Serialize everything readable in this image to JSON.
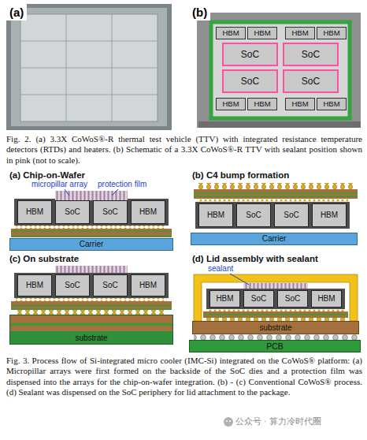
{
  "diagram": {
    "caption": "Fig. 3. Process flow of Si-integrated micro cooler (IMC-Si) integrated on the CoWoS® platform: (a) Micropillar arrays were first formed on the backside of the SoC dies and a protection film was dispensed into the arrays for the chip-on-wafer integration. (b) - (c) Conventional CoWoS® process. (d) Sealant was dispensed on the SoC periphery for lid attachment to the package.",
    "nodes": [
      {
        "text": [
          "HBM"
        ]
      },
      {
        "text": [
          "HBM"
        ]
      },
      {
        "text": [
          "HBM"
        ]
      },
      {
        "text": [
          "HBM"
        ]
      },
      {
        "text": [
          "SoC"
        ]
      },
      {
        "text": [
          "SoC"
        ]
      },
      {
        "text": [
          "SoC"
        ]
      },
      {
        "text": [
          "SoC"
        ]
      },
      {
        "text": [
          "HBM"
        ]
      },
      {
        "text": [
          "HBM"
        ]
      },
      {
        "text": [
          "HBM"
        ]
      },
      {
        "text": [
          "HBM"
        ]
      },
      {
        "text": [
          "HBM"
        ]
      },
      {
        "text": [
          "SoC"
        ]
      },
      {
        "text": [
          "SoC"
        ]
      },
      {
        "text": [
          "HBM"
        ]
      },
      {
        "text": [
          "Carrier"
        ]
      },
      {
        "text": [
          "HBM"
        ]
      },
      {
        "text": [
          "SoC"
        ]
      },
      {
        "text": [
          "SoC"
        ]
      },
      {
        "text": [
          "HBM"
        ]
      },
      {
        "text": [
          "Carrier"
        ]
      },
      {
        "text": [
          "HBM"
        ]
      },
      {
        "text": [
          "SoC"
        ]
      },
      {
        "text": [
          "SoC"
        ]
      },
      {
        "text": [
          "HBM"
        ]
      },
      {
        "text": [
          "substrate"
        ]
      },
      {
        "text": [
          "HBM"
        ]
      },
      {
        "text": [
          "SoC"
        ]
      },
      {
        "text": [
          "SoC"
        ]
      },
      {
        "text": [
          "HBM"
        ]
      },
      {
        "text": [
          "substrate"
        ]
      },
      {
        "text": [
          "PCB"
        ]
      }
    ],
    "labels": [
      "(a)",
      "(b)",
      "Fig. 2. (a) 3.3X CoWoS®-R thermal test vehicle (TTV) with integrated resistance temperature detectors (RTDs) and heaters. (b) Schematic of a 3.3X CoWoS®-R TTV with sealant position shown in pink (not to scale).",
      "(a) Chip-on-Wafer",
      "micropillar array",
      "protection film",
      "(b) C4 bump formation",
      "(c) On substrate",
      "(d) Lid assembly with sealant",
      "sealant",
      "公众号 · 算力冷时代圈"
    ]
  }
}
